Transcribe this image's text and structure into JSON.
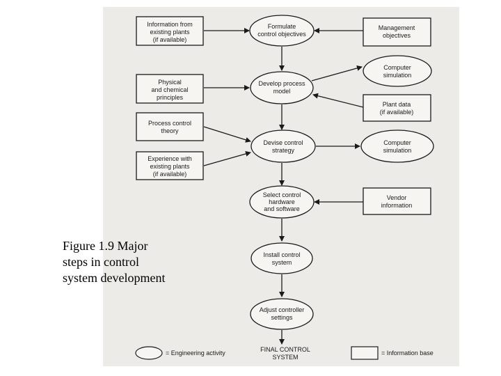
{
  "caption": {
    "lines": [
      "Figure 1.9 Major",
      "steps in control",
      "system development"
    ]
  },
  "activities": {
    "formulate": [
      "Formulate",
      "control objectives"
    ],
    "develop": [
      "Develop process",
      "model"
    ],
    "devise": [
      "Devise control",
      "strategy"
    ],
    "select": [
      "Select control",
      "hardware",
      "and software"
    ],
    "install": [
      "Install control",
      "system"
    ],
    "adjust": [
      "Adjust controller",
      "settings"
    ],
    "sim1": [
      "Computer",
      "simulation"
    ],
    "sim2": [
      "Computer",
      "simulation"
    ]
  },
  "info": {
    "info_plants": [
      "Information from",
      "existing plants",
      "(if available)"
    ],
    "mgmt": [
      "Management",
      "objectives"
    ],
    "physical": [
      "Physical",
      "and chemical",
      "principles"
    ],
    "plant_data": [
      "Plant data",
      "(if available)"
    ],
    "pc_theory": [
      "Process control",
      "theory"
    ],
    "experience": [
      "Experience with",
      "existing plants",
      "(if available)"
    ],
    "vendor": [
      "Vendor",
      "information"
    ]
  },
  "final": [
    "FINAL CONTROL",
    "SYSTEM"
  ],
  "legend": {
    "engineering": "= Engineering activity",
    "information": "= Information base"
  }
}
